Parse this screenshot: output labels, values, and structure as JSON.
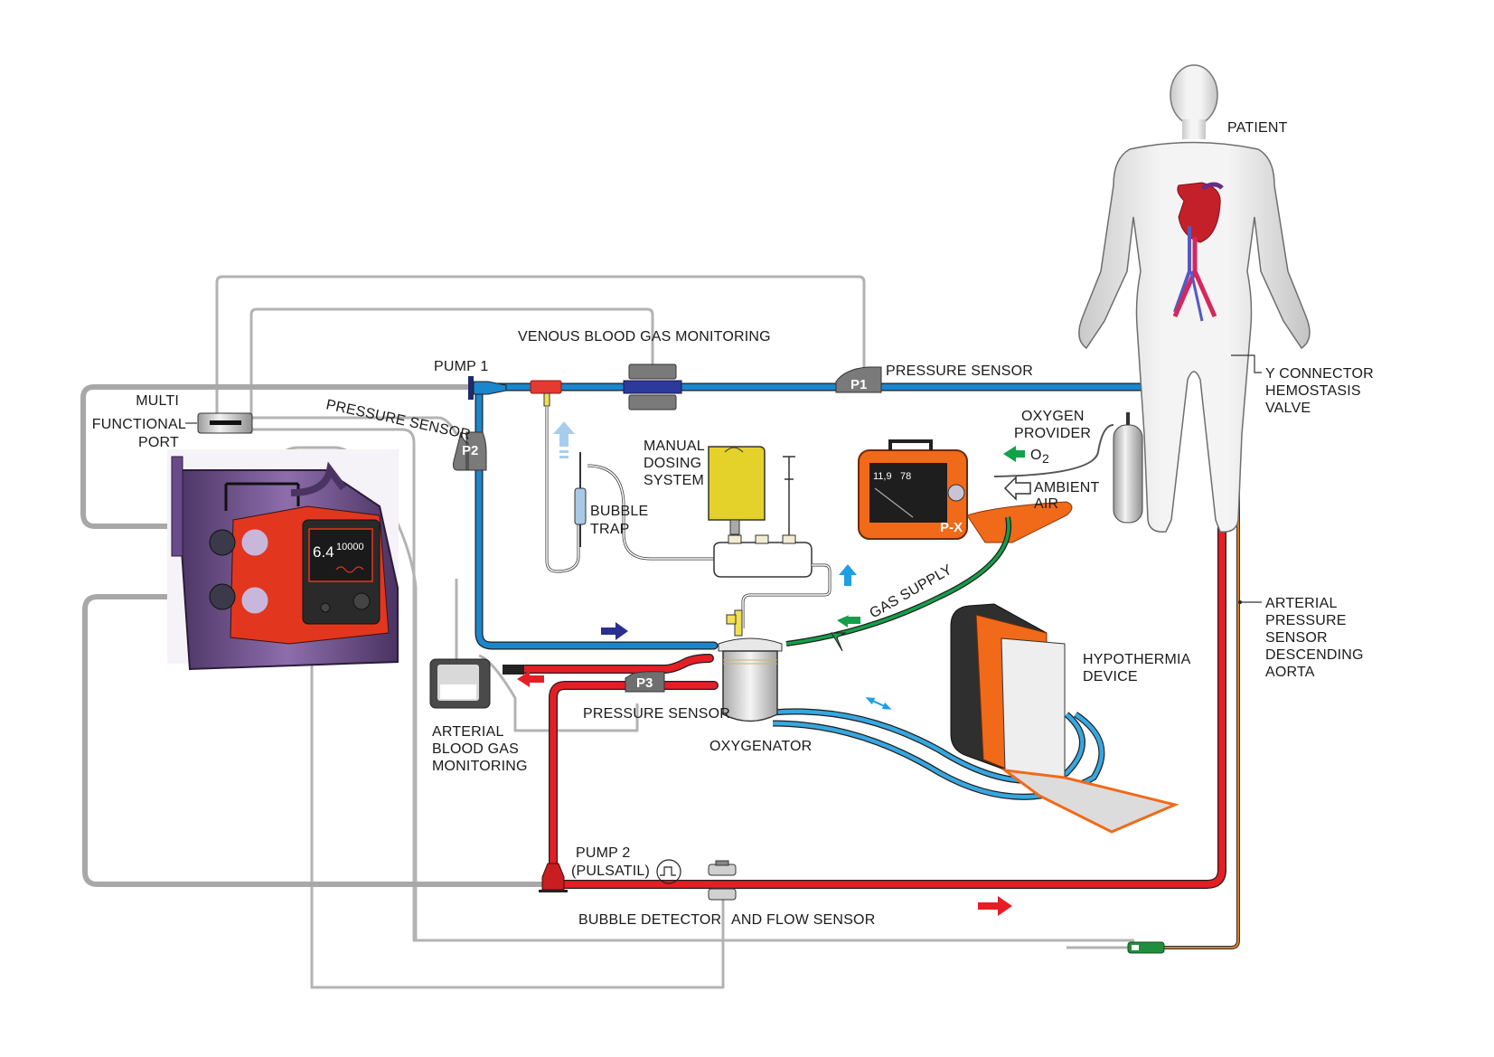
{
  "title": "Extracorporeal circulation circuit",
  "labels": {
    "patient": "PATIENT",
    "venous_blood_gas": "VENOUS BLOOD GAS MONITORING",
    "pump1": "PUMP 1",
    "pressure_sensor_p1": "PRESSURE SENSOR",
    "pressure_sensor_p2": "PRESSURE SENSOR",
    "pressure_sensor_p3": "PRESSURE SENSOR",
    "multi_functional_port": [
      "MULTI",
      "FUNCTIONAL",
      "PORT"
    ],
    "y_connector": [
      "Y CONNECTOR",
      "HEMOSTASIS",
      "VALVE"
    ],
    "oxygen_provider": [
      "OXYGEN",
      "PROVIDER"
    ],
    "o2": "O",
    "o2_sub": "2",
    "ambient_air": [
      "AMBIENT",
      "AIR"
    ],
    "manual_dosing": [
      "MANUAL",
      "DOSING",
      "SYSTEM"
    ],
    "bubble_trap": [
      "BUBBLE",
      "TRAP"
    ],
    "gas_supply": "GAS SUPPLY",
    "hypothermia_device": [
      "HYPOTHERMIA",
      "DEVICE"
    ],
    "arterial_pressure_sensor": [
      "ARTERIAL",
      "PRESSURE",
      "SENSOR",
      "DESCENDING",
      "AORTA"
    ],
    "arterial_blood_gas": [
      "ARTERIAL",
      "BLOOD GAS",
      "MONITORING"
    ],
    "oxygenator": "OXYGENATOR",
    "pump2": [
      "PUMP 2",
      "(PULSATIL)"
    ],
    "bubble_detector": "BUBBLE DETECTOR",
    "flow_sensor": "AND FLOW SENSOR"
  },
  "sensor_tags": {
    "p1": "P1",
    "p2": "P2",
    "p3": "P3"
  },
  "console_display": {
    "value_left": "6.4",
    "value_right": "10000"
  },
  "gas_blender_display": {
    "value_left": "11,9",
    "value_right": "78",
    "brand": "P-X"
  },
  "colors": {
    "venous": "#1a86cc",
    "arterial": "#e51e25",
    "gas": "#13a04a",
    "cable": "#b3b3b3",
    "device_orange": "#f06a1a",
    "console_purple": "#6b4a8a",
    "dosing_bag": "#e4d22a",
    "pressure_line": "#e07b1f"
  }
}
